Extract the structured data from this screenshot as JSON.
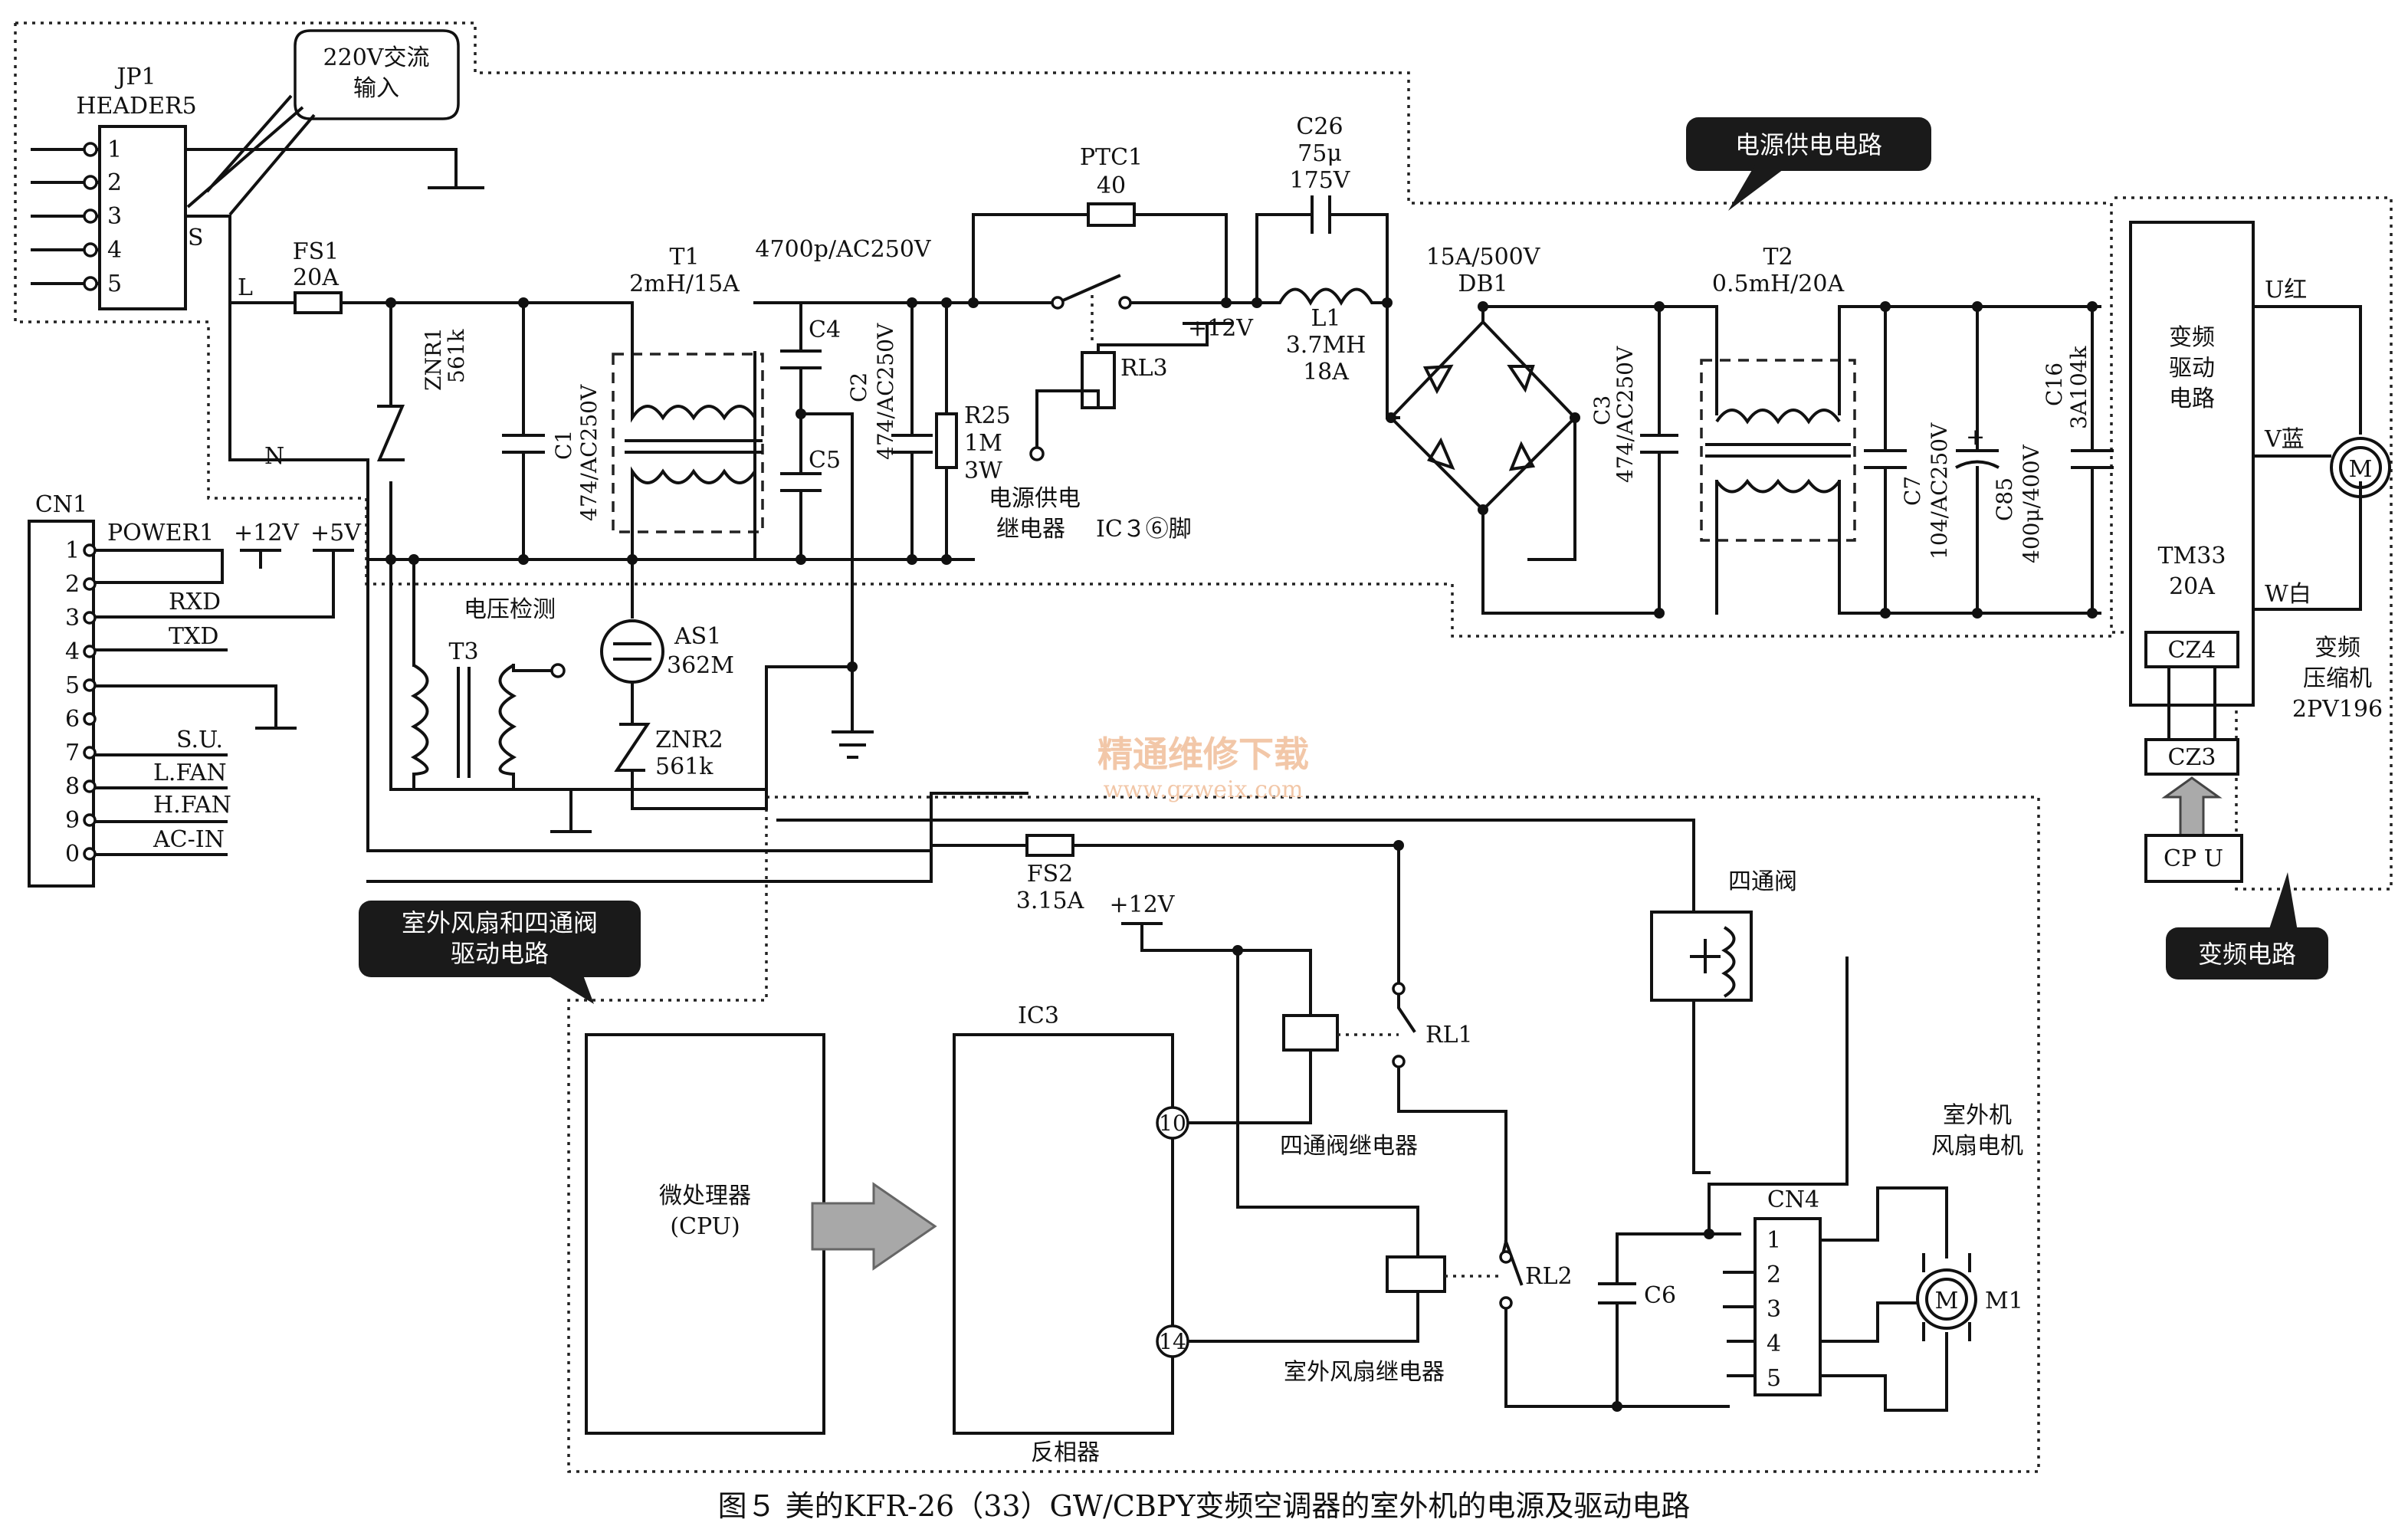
{
  "caption": "图５ 美的KFR-26（33）GW/CBPY变频空调器的室外机的电源及驱动电路",
  "callouts": {
    "ac_input_1": "220V交流",
    "ac_input_2": "输入",
    "power_supply": "电源供电电路",
    "inverter": "变频电路",
    "fan_valve_1": "室外风扇和四通阀",
    "fan_valve_2": "驱动电路"
  },
  "watermark": {
    "line1": "精通维修下载",
    "line2": "www.gzweix.com"
  },
  "jp1": {
    "name": "JP1",
    "type": "HEADER5",
    "pins": [
      "1",
      "2",
      "3",
      "4",
      "5"
    ],
    "s_label": "S",
    "l_label": "L",
    "n_label": "N"
  },
  "cn1": {
    "name": "CN1",
    "pins": [
      "1",
      "2",
      "3",
      "4",
      "5",
      "6",
      "7",
      "8",
      "9",
      "0"
    ],
    "signals": {
      "power1": "POWER1",
      "v12": "+12V",
      "v5": "+5V",
      "rxd": "RXD",
      "txd": "TXD",
      "su": "S.U.",
      "lfan": "L.FAN",
      "hfan": "H.FAN",
      "acin": "AC-IN"
    }
  },
  "components": {
    "fs1": [
      "FS1",
      "20A"
    ],
    "znr1": [
      "ZNR1",
      "561k"
    ],
    "c1": [
      "C1",
      "474/AC250V"
    ],
    "t1": [
      "T1",
      "2mH/15A"
    ],
    "c4c5_value": "4700p/AC250V",
    "c4": "C4",
    "c5": "C5",
    "c2": [
      "C2",
      "474/AC250V"
    ],
    "r25": [
      "R25",
      "1M",
      "3W"
    ],
    "ptc1": [
      "PTC1",
      "40"
    ],
    "rl3": "RL3",
    "rl3_v": "+12V",
    "relay_note": [
      "电源供电",
      "继电器",
      "IC３⑥脚"
    ],
    "c26": [
      "C26",
      "75μ",
      "175V"
    ],
    "l1": [
      "L1",
      "3.7MH",
      "18A"
    ],
    "db1": [
      "15A/500V",
      "DB1"
    ],
    "c3": [
      "C3",
      "474/AC250V"
    ],
    "t2": [
      "T2",
      "0.5mH/20A"
    ],
    "c7": [
      "C7",
      "104/AC250V"
    ],
    "c85": [
      "C85",
      "400μ/400V"
    ],
    "c16": [
      "C16",
      "3A104k"
    ],
    "voltage_detect": "电压检测",
    "t3": "T3",
    "as1": [
      "AS1",
      "362M"
    ],
    "znr2": [
      "ZNR2",
      "561k"
    ],
    "fs2": [
      "FS2",
      "3.15A"
    ],
    "v12_lower": "+12V",
    "four_way_valve": "四通阀",
    "rl1": "RL1",
    "rl1_relay": "四通阀继电器",
    "rl2": "RL2",
    "rl2_relay": "室外风扇继电器",
    "c6": "C6",
    "fan_motor": [
      "室外机",
      "风扇电机"
    ],
    "m1": "M1",
    "motor_m": "M",
    "cn4": "CN4",
    "cn4_pins": [
      "1",
      "2",
      "3",
      "4",
      "5"
    ],
    "cpu_box": [
      "微处理器",
      "(CPU)"
    ],
    "ic3": "IC3",
    "ic3_pin10": "10",
    "ic3_pin14": "14",
    "inverter_label": "反相器"
  },
  "inverter_module": {
    "title": [
      "变频",
      "驱动",
      "电路"
    ],
    "model": [
      "TM33",
      "20A"
    ],
    "cz4": "CZ4",
    "cz3": "CZ3",
    "cpu": "CP U",
    "u": "U红",
    "v": "V蓝",
    "w": "W白",
    "compressor": [
      "变频",
      "压缩机",
      "2PV196"
    ]
  }
}
